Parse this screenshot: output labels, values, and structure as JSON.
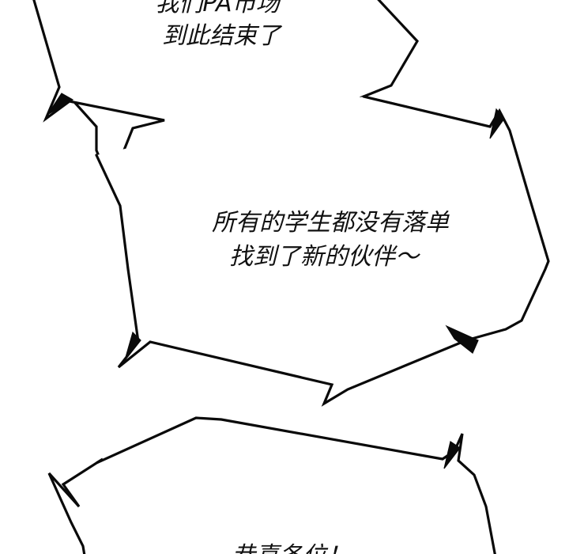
{
  "bubbles": [
    {
      "id": "top",
      "lines": [
        "我们PA市场",
        "到此结束了"
      ]
    },
    {
      "id": "middle",
      "lines": [
        "所有的学生都没有落单",
        "找到了新的伙伴～"
      ]
    },
    {
      "id": "bottom",
      "lines": [
        "恭喜各位！"
      ]
    }
  ],
  "colors": {
    "ink": "#0a0a0a",
    "paper": "#ffffff"
  }
}
